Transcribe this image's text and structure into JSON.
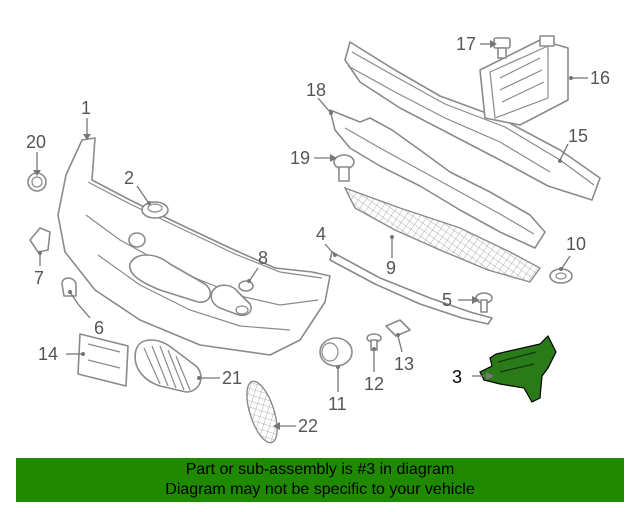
{
  "diagram": {
    "callouts": [
      "1",
      "2",
      "3",
      "4",
      "5",
      "6",
      "7",
      "8",
      "9",
      "10",
      "11",
      "12",
      "13",
      "14",
      "15",
      "16",
      "17",
      "18",
      "19",
      "20",
      "21",
      "22"
    ],
    "highlighted_callout": "3",
    "colors": {
      "highlight": "#2a7a1a",
      "banner": "#1f8a00",
      "line": "#8a8a8a"
    }
  },
  "footer": {
    "line1": "Part or sub-assembly is #3 in diagram",
    "line2": "Diagram may not be specific to your vehicle"
  }
}
